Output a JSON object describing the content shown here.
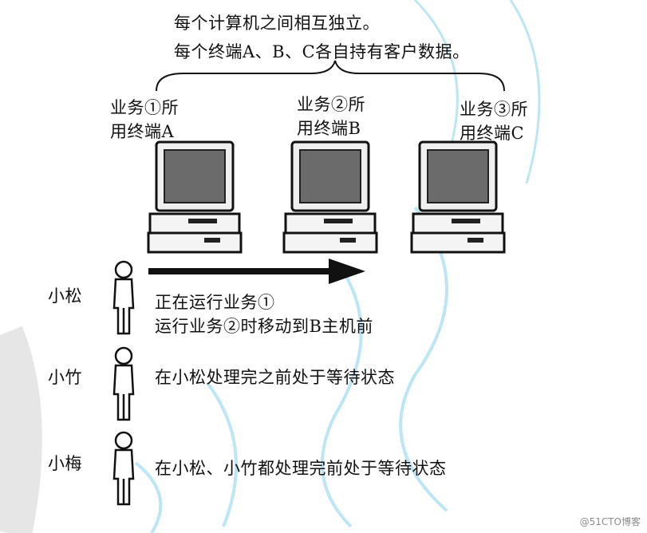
{
  "header": {
    "line1": "每个计算机之间相互独立。",
    "line2": "每个终端A、B、C各自持有客户数据。"
  },
  "terminals": [
    {
      "line1": "业务①所",
      "line2": "用终端A"
    },
    {
      "line1": "业务②所",
      "line2": "用终端B"
    },
    {
      "line1": "业务③所",
      "line2": "用终端C"
    }
  ],
  "users": [
    {
      "name": "小松",
      "status_line1": "正在运行业务①",
      "status_line2": "运行业务②时移动到B主机前"
    },
    {
      "name": "小竹",
      "status_line1": "在小松处理完之前处于等待状态"
    },
    {
      "name": "小梅",
      "status_line1": "在小松、小竹都处理完前处于等待状态"
    }
  ],
  "watermark": "@51CTO博客",
  "colors": {
    "text": "#111111",
    "screen": "#6b6b6b",
    "watermark_stroke": "#8fd3ef"
  }
}
